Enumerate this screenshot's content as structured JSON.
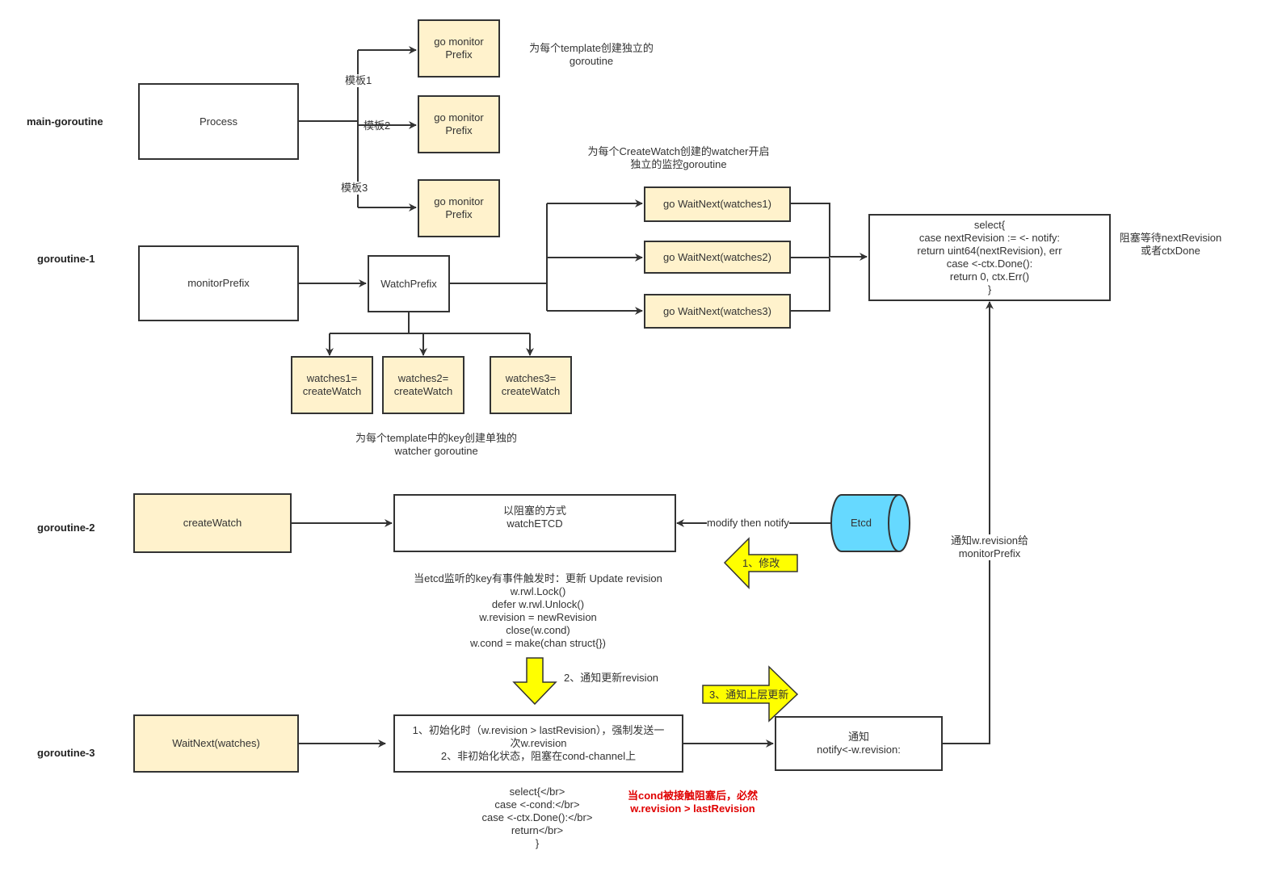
{
  "lanes": {
    "main": "main-goroutine",
    "g1": "goroutine-1",
    "g2": "goroutine-2",
    "g3": "goroutine-3"
  },
  "nodes": {
    "process": "Process",
    "monitor1": "go  monitor\nPrefix",
    "monitor2": "go  monitor\nPrefix",
    "monitor3": "go  monitor\nPrefix",
    "monitor_prefix": "monitorPrefix",
    "watch_prefix": "WatchPrefix",
    "waitnext1": "go WaitNext(watches1)",
    "waitnext2": "go WaitNext(watches2)",
    "waitnext3": "go WaitNext(watches3)",
    "select_box": "select{\ncase nextRevision := <- notify:\nreturn uint64(nextRevision), err\ncase <-ctx.Done():\nreturn 0, ctx.Err()\n}",
    "watches1": "watches1=\ncreateWatch",
    "watches2": "watches2=\ncreateWatch",
    "watches3": "watches3=\ncreateWatch",
    "create_watch": "createWatch",
    "watch_etcd": "以阻塞的方式\nwatchETCD",
    "etcd": "Etcd",
    "waitnext_watches": "WaitNext(watches)",
    "init_box": "1、初始化时（w.revision > lastRevision），强制发送一\n次w.revision\n2、非初始化状态，阻塞在cond-channel上",
    "notify_box": "通知\nnotify<-w.revision:"
  },
  "edge_labels": {
    "tpl1": "模板1",
    "tpl2": "模板2",
    "tpl3": "模板3",
    "modify": "modify then notify",
    "notify_revision": "通知w.revision给\nmonitorPrefix"
  },
  "notes": {
    "per_template": "为每个template创建独立的\ngoroutine",
    "per_createwatch": "为每个CreateWatch创建的watcher开启\n独立的监控goroutine",
    "blocking_wait": "阻塞等待nextRevision\n或者ctxDone",
    "per_key": "为每个template中的key创建单独的\nwatcher goroutine",
    "update_revision": "当etcd监听的key有事件触发时：更新 Update revision\nw.rwl.Lock()\ndefer w.rwl.Unlock()\nw.revision = newRevision\nclose(w.cond)\nw.cond = make(chan struct{})",
    "select_br": "select{</br>\ncase <-cond:</br>\ncase <-ctx.Done():</br>\nreturn</br>\n}",
    "cond_red": "当cond被接触阻塞后，必然\nw.revision > lastRevision"
  },
  "arrows": {
    "a1": "1、修改",
    "a2": "2、通知更新revision",
    "a3": "3、通知上层更新"
  },
  "colors": {
    "line": "#333333",
    "box_fill_yellow": "#fff2cc",
    "etcd_fill": "#66d9ff",
    "big_arrow_fill": "#ffff00",
    "red_text": "#e00000"
  }
}
